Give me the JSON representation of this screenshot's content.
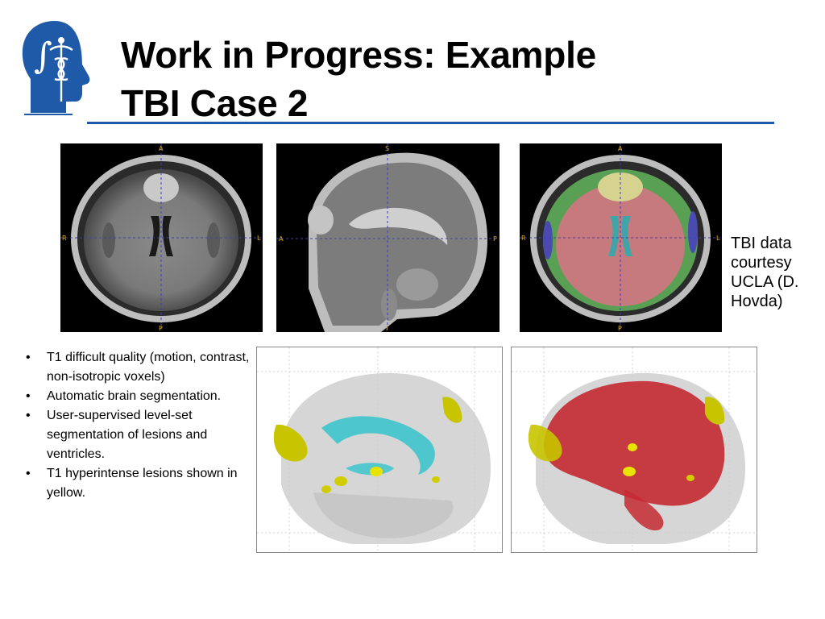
{
  "slide": {
    "title_line1": "Work in Progress: Example",
    "title_line2": "TBI Case 2",
    "credit": "TBI data courtesy UCLA (D. Hovda)",
    "bullets": [
      "T1 difficult quality (motion, contrast, non-isotropic voxels)",
      "Automatic brain segmentation.",
      "User-supervised level-set segmentation of lesions and ventricles.",
      "T1  hyperintense lesions shown in yellow."
    ]
  },
  "logo": {
    "icon": "head-profile-caduceus-logo",
    "color": "#1f5aa8",
    "glyph": "∫"
  },
  "mri_axial": {
    "labels": {
      "top": "A",
      "bottom": "P",
      "left": "R",
      "right": "L"
    }
  },
  "mri_sagittal": {
    "labels": {
      "top": "S",
      "bottom": "I",
      "left": "A",
      "right": "P"
    }
  },
  "mri_axial_segmented": {
    "labels": {
      "top": "A",
      "bottom": "P",
      "left": "R",
      "right": "L"
    }
  },
  "colors": {
    "accent_rule": "#1f5aa8",
    "lesion": "#c8c400",
    "ventricle": "#30c0c8",
    "brain_segmentation": "#c42a32"
  }
}
